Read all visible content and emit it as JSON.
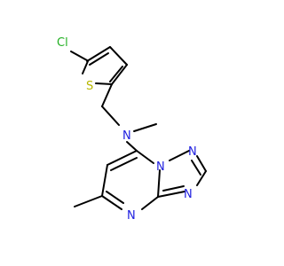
{
  "molecule": {
    "atoms": {
      "cl": "Cl",
      "s": "S",
      "n_amine": "N",
      "n1": "N",
      "n2": "N",
      "n3": "N",
      "n4": "N"
    },
    "colors": {
      "nitrogen": "#2020e0",
      "sulfur": "#b8b800",
      "chlorine": "#22b022",
      "bond": "#000000",
      "background": "#ffffff"
    }
  }
}
